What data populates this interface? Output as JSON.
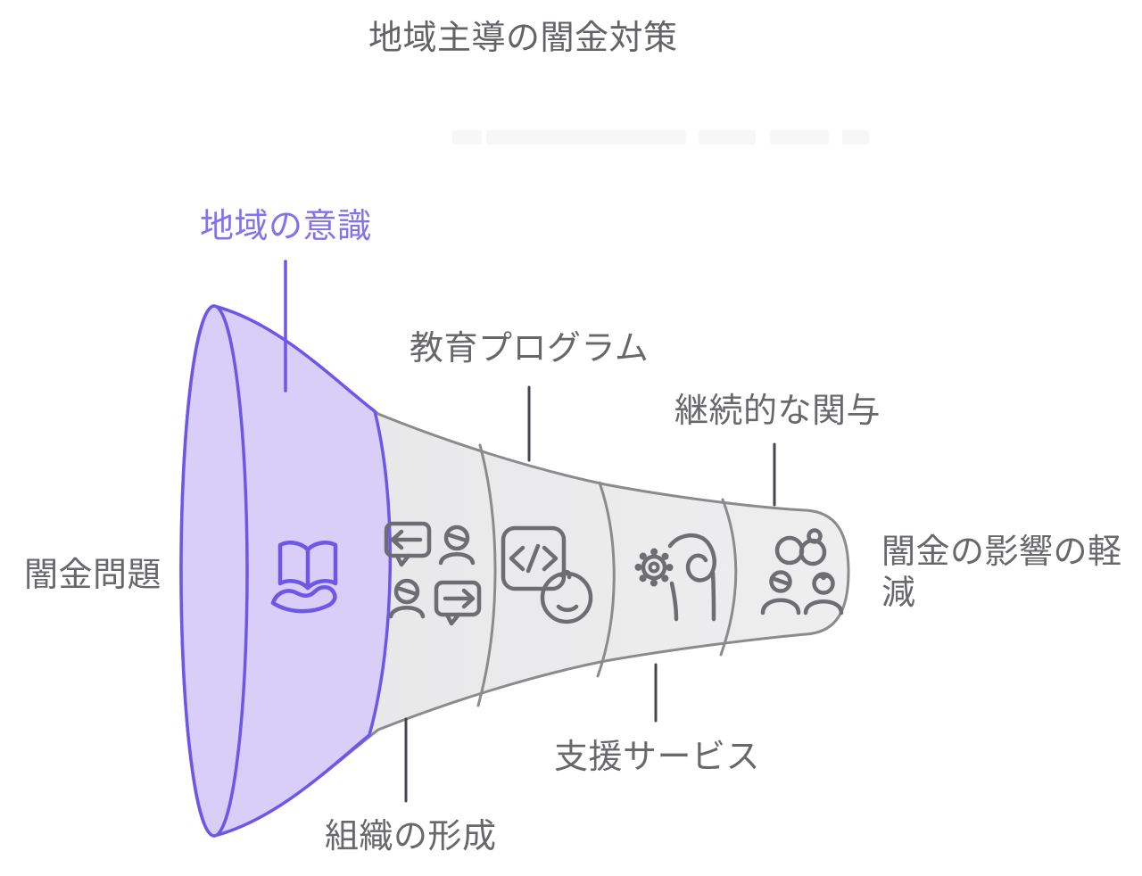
{
  "title": "地域主導の闇金対策",
  "colors": {
    "accent_purple_stroke": "#6e56e8",
    "accent_purple_fill": "#d8cef7",
    "accent_purple_text": "#8372ee",
    "gray_stroke": "#8b8b8b",
    "gray_fill": "#e9e9ea",
    "icon_gray": "#6e6e72",
    "label_text": "#68686c",
    "leader_line": "#46464c"
  },
  "funnel": {
    "input_label": "闇金問題",
    "output_label": "闇金の影響の軽減",
    "stages": [
      {
        "label": "地域の意識",
        "icon": "book-on-hand-icon",
        "highlighted": true,
        "label_position": "top"
      },
      {
        "label": "組織の形成",
        "icon": "people-conversation-icon",
        "highlighted": false,
        "label_position": "bottom"
      },
      {
        "label": "教育プログラム",
        "icon": "code-learning-icon",
        "highlighted": false,
        "label_position": "top"
      },
      {
        "label": "支援サービス",
        "icon": "hand-gear-icon",
        "highlighted": false,
        "label_position": "bottom"
      },
      {
        "label": "継続的な関与",
        "icon": "partnership-rings-icon",
        "highlighted": false,
        "label_position": "top"
      }
    ]
  }
}
